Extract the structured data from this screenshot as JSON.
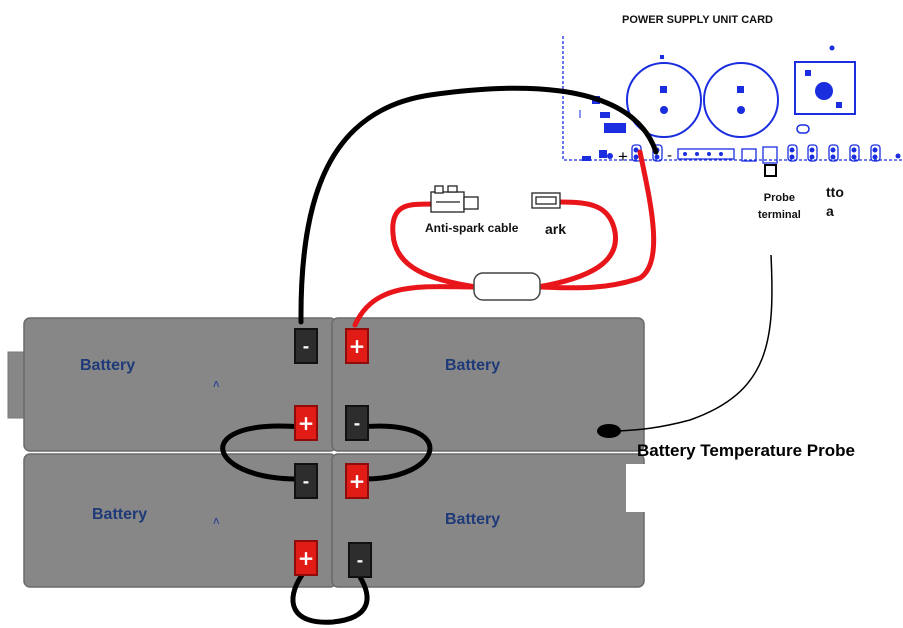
{
  "psu": {
    "title": "POWER SUPPLY UNIT CARD"
  },
  "batteries": [
    "Battery",
    "Battery",
    "Battery",
    "Battery"
  ],
  "terminals": {
    "positive": "+",
    "negative": "-"
  },
  "anti_spark_label": "Anti-spark cable",
  "probe_label": "Battery Temperature Probe",
  "probe_terminal_label": [
    "Probe",
    "terminal"
  ],
  "fragments": {
    "spark_tail": "ark",
    "right_a": "tto",
    "right_b": "a"
  },
  "board_marks": {
    "plus": "+",
    "minus": "-"
  },
  "colors": {
    "battery": "#878787",
    "positive_wire": "#e8161a",
    "negative_wire": "#000000",
    "board_blue": "#1a2ee0",
    "label_blue": "#1f3a78"
  }
}
